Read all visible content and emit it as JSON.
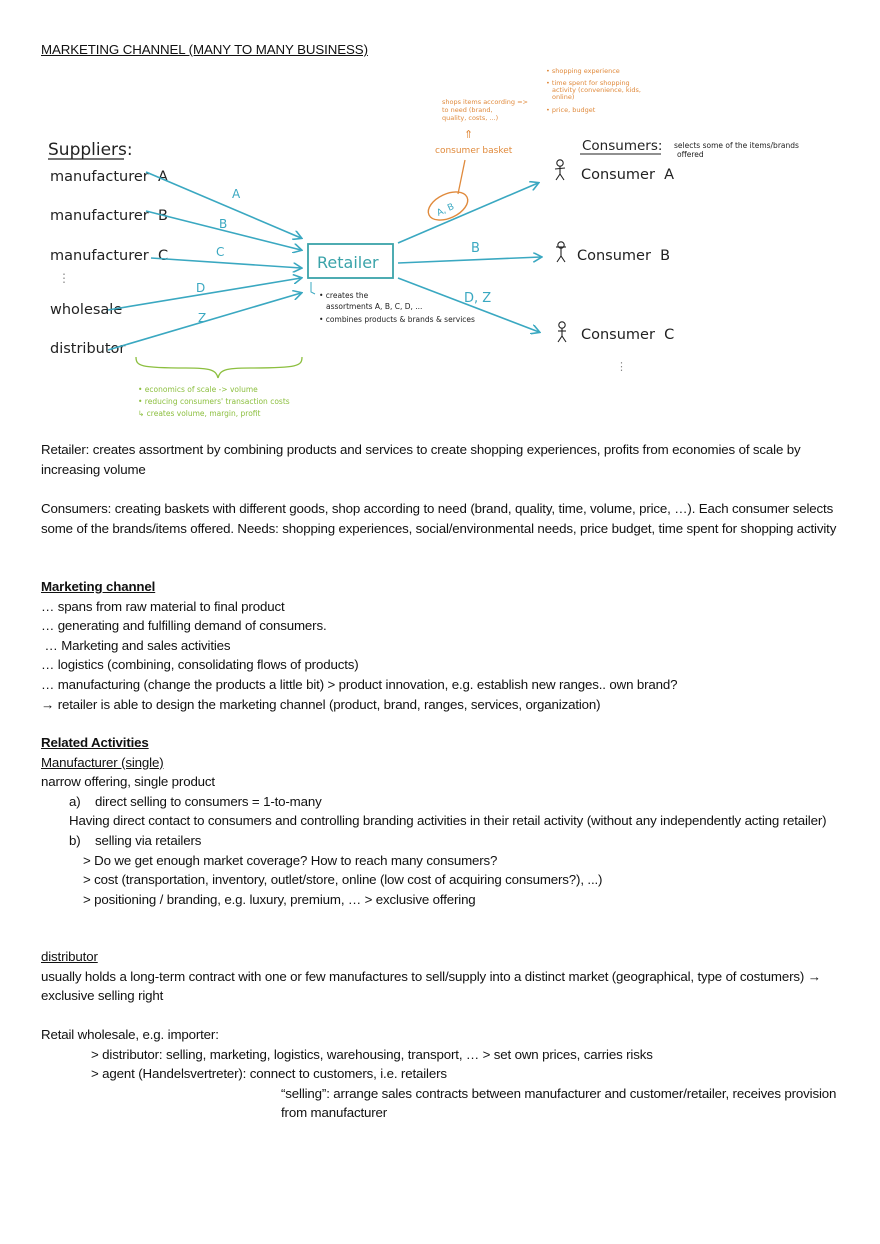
{
  "document": {
    "title": "MARKETING CHANNEL (MANY TO MANY BUSINESS)"
  },
  "diagram": {
    "suppliers_heading": "Suppliers:",
    "suppliers": [
      "manufacturer  A",
      "manufacturer  B",
      "manufacturer  C",
      "wholesale",
      "distributor"
    ],
    "supplier_arrow_labels": [
      "A",
      "B",
      "C",
      "D",
      "Z"
    ],
    "retailer_label": "Retailer",
    "retailer_notes": [
      "• creates the",
      "assortments A, B, C, D, ...",
      "• combines products & brands & services"
    ],
    "consumers_heading": "Consumers:",
    "consumers_note_line1": "selects some of the items/brands",
    "consumers_note_line2": "offered",
    "consumers": [
      "Consumer  A",
      "Consumer  B",
      "Consumer  C"
    ],
    "consumer_arrow_labels": [
      "A, B",
      "B",
      "D, Z"
    ],
    "basket_label": "consumer basket",
    "basket_note": [
      "shops items according =>",
      "to need (brand,",
      "quality, costs, ...)"
    ],
    "needs": [
      "• shopping experience",
      "• time spent for shopping",
      "activity (convenience, kids,",
      "online)",
      "• price, budget"
    ],
    "benefits": [
      "• economics of scale  -> volume",
      "• reducing consumers' transaction costs",
      "↳ creates volume, margin, profit"
    ],
    "colors": {
      "arrow": "#3aa8c1",
      "retailer": "#3aa3a9",
      "orange": "#e08a3c",
      "green": "#8cbf3f",
      "ink": "#222222"
    }
  },
  "paragraphs": {
    "retailer": "Retailer: creates assortment by combining products and services to create shopping experiences, profits from economies of scale  by increasing volume",
    "consumers": "Consumers: creating baskets with different goods, shop according to need (brand, quality, time, volume, price, …). Each consumer selects some of the brands/items offered. Needs: shopping experiences, social/environmental needs, price budget, time spent for shopping activity"
  },
  "marketing_channel": {
    "heading": "Marketing channel",
    "lines": [
      "… spans from raw material to final product",
      "… generating and fulfilling demand of consumers.",
      " … Marketing and sales activities",
      "… logistics (combining, consolidating flows of products)",
      "… manufacturing (change the products a little bit) > product innovation, e.g. establish new ranges.. own brand?",
      "→ retailer is able to design the marketing channel (product, brand, ranges, services, organization)"
    ]
  },
  "related_activities": {
    "heading": "Related Activities",
    "manufacturer_heading": "Manufacturer (single)",
    "manufacturer_intro": "narrow offering, single product",
    "item_a_label": "a)",
    "item_a": "direct selling to consumers = 1-to-many",
    "item_a_detail": "Having direct contact to consumers and controlling branding activities in their retail activity (without any independently acting retailer)",
    "item_b_label": "b)",
    "item_b": "selling via retailers",
    "item_b_points": [
      "> Do we get enough market coverage? How to reach many consumers?",
      "> cost (transportation, inventory, outlet/store, online (low cost of acquiring consumers?), ...)",
      "> positioning / branding, e.g. luxury, premium, … > exclusive offering"
    ]
  },
  "distributor": {
    "heading": "distributor",
    "text": "usually holds a long-term contract with one or few manufactures to sell/supply into a distinct market (geographical, type of costumers) → exclusive selling right"
  },
  "retail_wholesale": {
    "heading": "Retail wholesale, e.g. importer:",
    "distributor_line": "> distributor: selling, marketing, logistics, warehousing, transport, … > set own prices, carries risks",
    "agent_line": "> agent (Handelsvertreter): connect to customers, i.e. retailers",
    "selling_line": "“selling”: arrange sales contracts between manufacturer and customer/retailer, receives provision from manufacturer"
  }
}
